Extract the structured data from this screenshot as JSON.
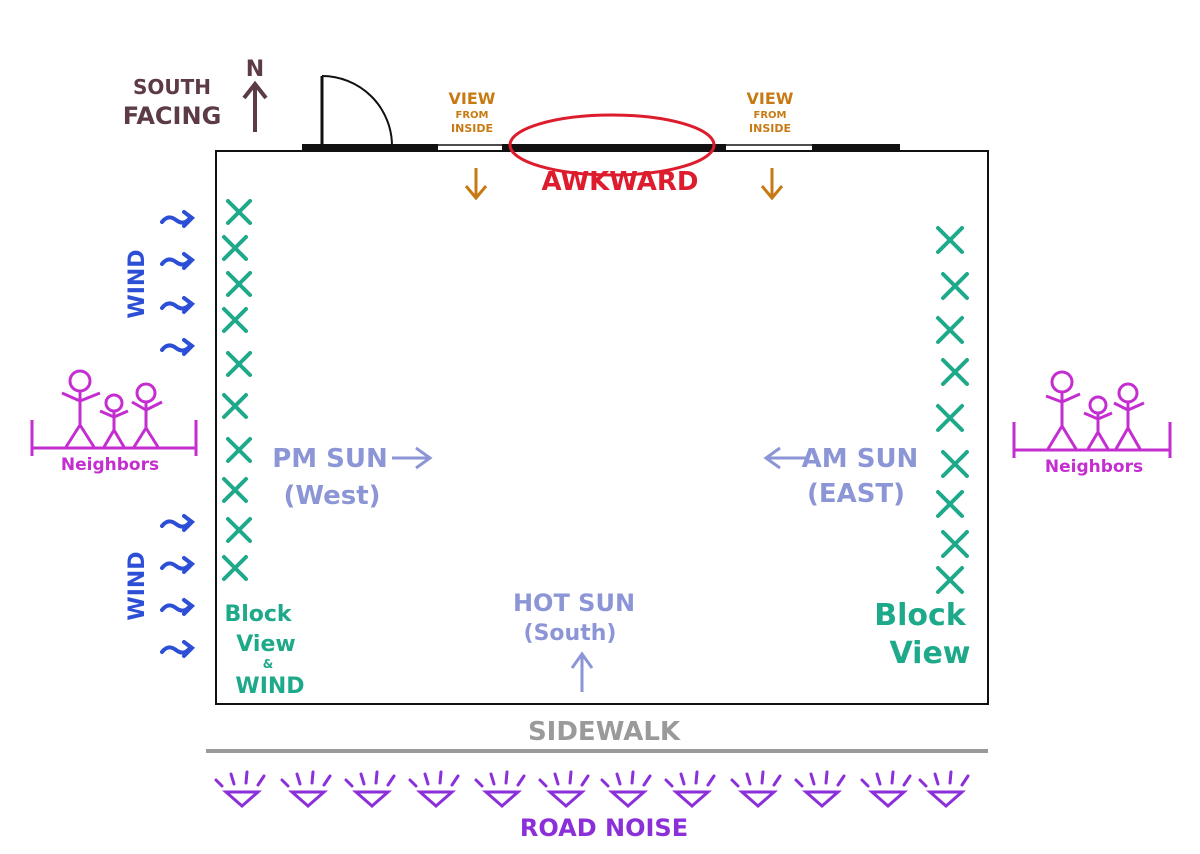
{
  "orientation": {
    "label_line1": "SOUTH",
    "label_line2": "FACING",
    "north_label": "N"
  },
  "top_wall": {
    "view_left_line1": "VIEW",
    "view_left_line2": "FROM",
    "view_left_line3": "INSIDE",
    "view_right_line1": "VIEW",
    "view_right_line2": "FROM",
    "view_right_line3": "INSIDE",
    "awkward_label": "AWKWARD"
  },
  "left_side": {
    "wind_upper": "WIND",
    "wind_lower": "WIND",
    "neighbors_label": "Neighbors",
    "block_line1": "Block",
    "block_line2": "View",
    "block_line3": "&",
    "block_line4": "WIND",
    "pm_sun_line1": "PM SUN",
    "pm_sun_line2": "(West)"
  },
  "right_side": {
    "neighbors_label": "Neighbors",
    "block_line1": "Block",
    "block_line2": "View",
    "am_sun_line1": "AM SUN",
    "am_sun_line2": "(EAST)"
  },
  "bottom": {
    "hot_sun_line1": "HOT SUN",
    "hot_sun_line2": "(South)",
    "sidewalk_label": "SIDEWALK",
    "road_noise_label": "ROAD NOISE"
  },
  "colors": {
    "room_outline": "#111111",
    "orientation": "#5c3a46",
    "view": "#c77a14",
    "awkward": "#dd1c2e",
    "wind": "#2c4fd6",
    "plants": "#1ea98a",
    "neighbors": "#c42ed0",
    "sun": "#8c96d6",
    "sidewalk": "#9a9a9a",
    "road_noise": "#8b2fd9"
  }
}
